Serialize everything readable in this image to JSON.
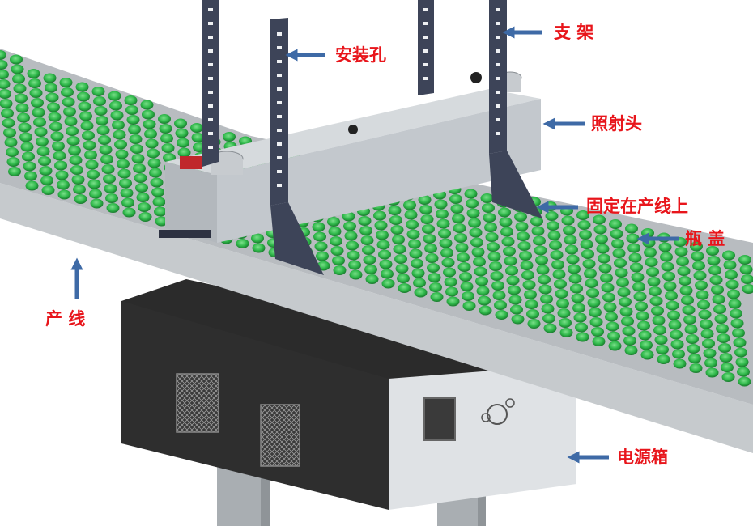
{
  "labels": {
    "bracket": "支  架",
    "mounting_hole": "安装孔",
    "irradiation_head": "照射头",
    "fixed_on_line": "固定在产线上",
    "bottle_cap": "瓶  盖",
    "production_line": "产  线",
    "power_box": "电源箱"
  },
  "colors": {
    "label_text": "#e8151b",
    "arrow": "#3e6aa6",
    "cap": "#2fb84a",
    "belt": "#b8bcc0",
    "rail": "#c6cacd",
    "bracket": "#3d4458",
    "head": "#c3c8cd",
    "power_box": "#2b2b2b",
    "leg": "#a9aeb2"
  },
  "icons": [
    "arrow-left-icon",
    "arrow-up-icon",
    "fan-grille-icon",
    "display-screen-icon"
  ]
}
